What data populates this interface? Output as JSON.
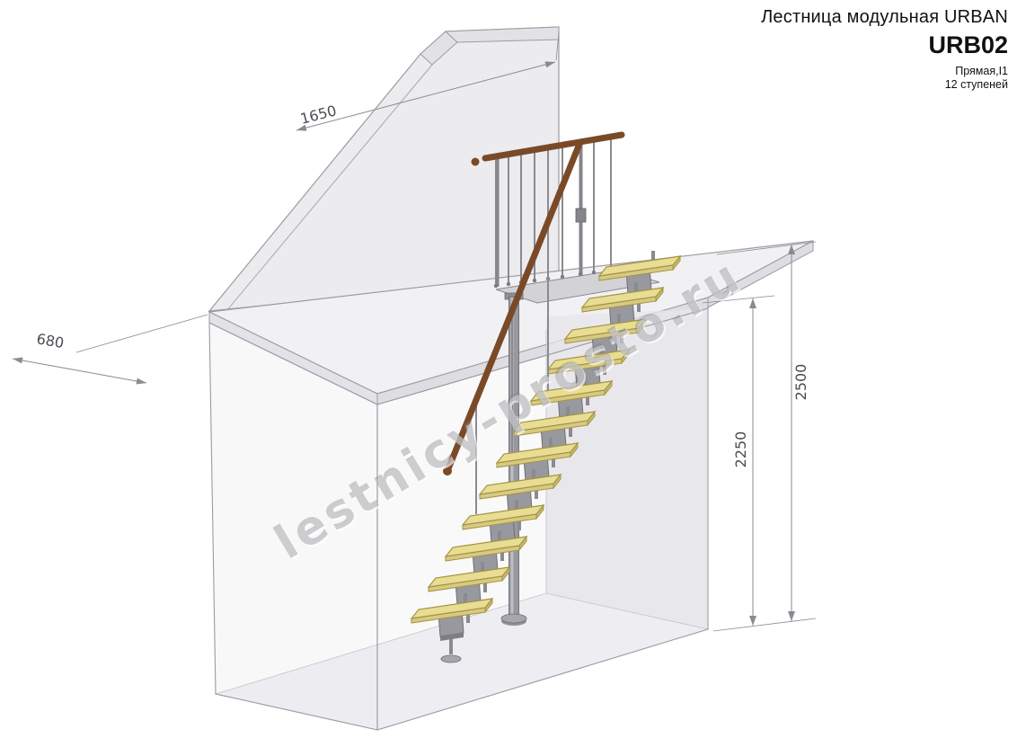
{
  "header": {
    "title": "Лестница модульная URBAN",
    "model": "URB02",
    "type_line": "Прямая,I1",
    "steps_line": "12 ступеней"
  },
  "dimensions": {
    "wall_width": "1650",
    "platform_depth": "680",
    "total_height": "2500",
    "floor_height": "2250"
  },
  "watermark": {
    "text": "lestnicy-prosto.ru"
  },
  "drawing": {
    "colors": {
      "tread": "#e9dd94",
      "tread_edge": "#a39440",
      "tread_front": "#d8c982",
      "metal": "#98989f",
      "metal_dark": "#6c6c73",
      "handrail": "#7a4a28",
      "wall_fill": "#ececef",
      "platform_fill": "#f1f1f4",
      "line": "#9b9ba2",
      "dim_line": "#8a8a92"
    }
  }
}
